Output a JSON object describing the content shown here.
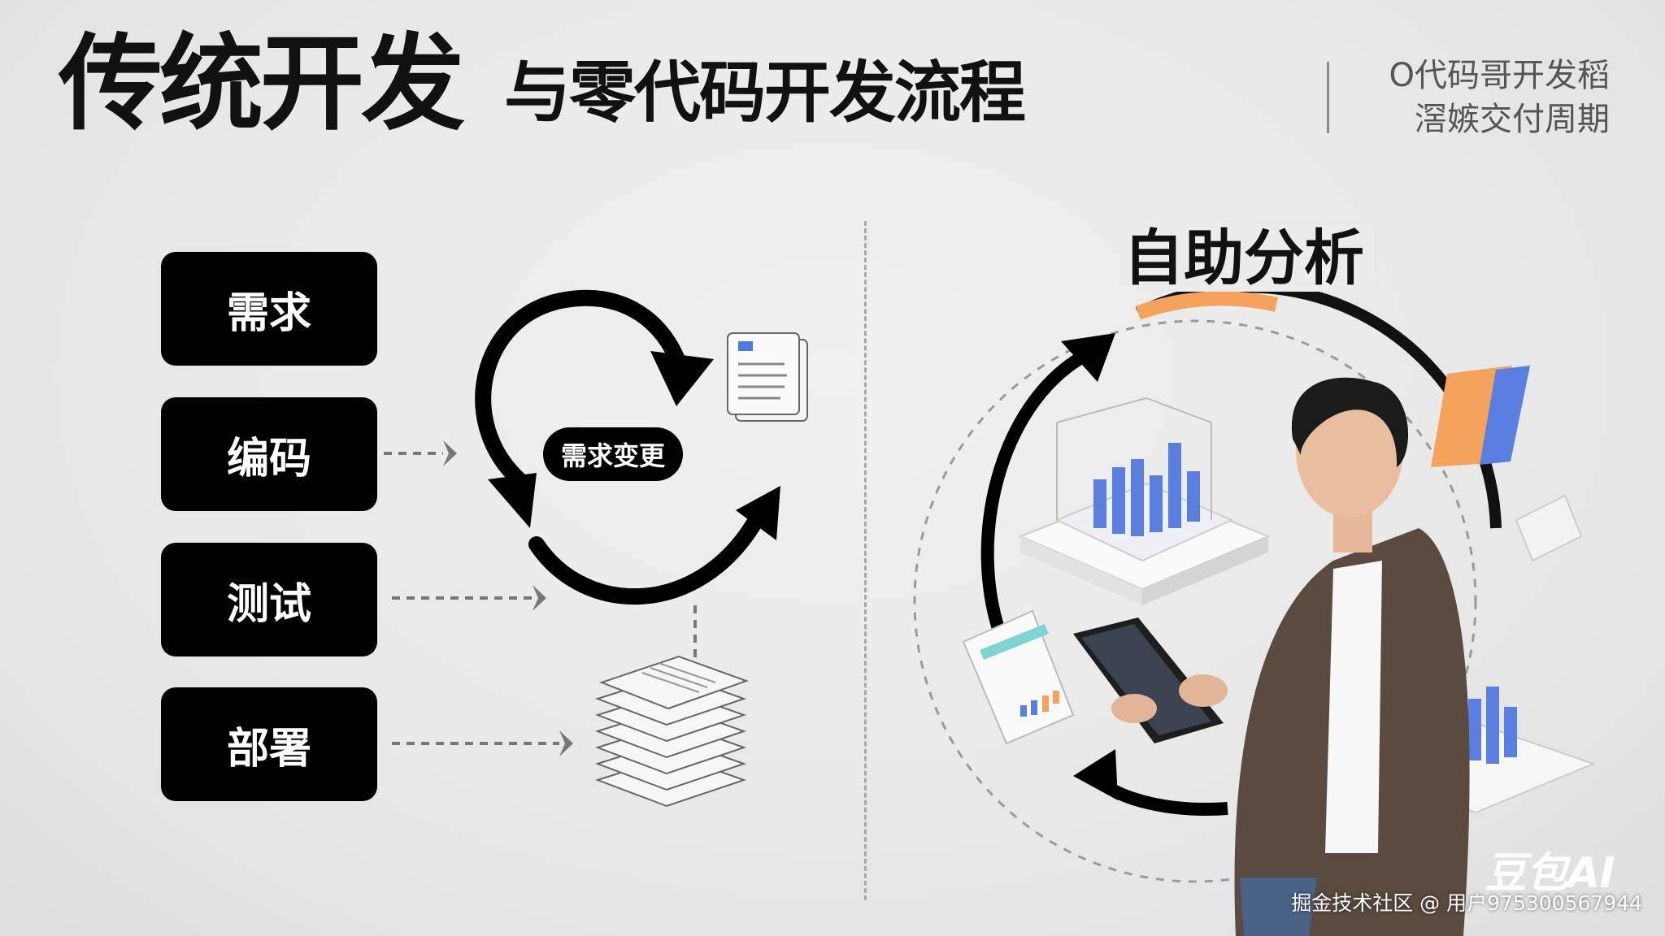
{
  "header": {
    "title_main": "传统开发",
    "title_sub": "与零代码开发流程",
    "tagline_line1": "O代码哥开发稻",
    "tagline_line2": "滘嫉交付周期"
  },
  "traditional": {
    "stages": [
      {
        "label": "需求"
      },
      {
        "label": "编码"
      },
      {
        "label": "测试"
      },
      {
        "label": "部署"
      }
    ],
    "change_label": "需求变更"
  },
  "zero_code": {
    "title": "自助分析",
    "accent_orange": "#f4a25c",
    "accent_blue": "#5b7fe0"
  },
  "watermark": "豆包AI",
  "credit": "掘金技术社区 @ 用户975300567944"
}
